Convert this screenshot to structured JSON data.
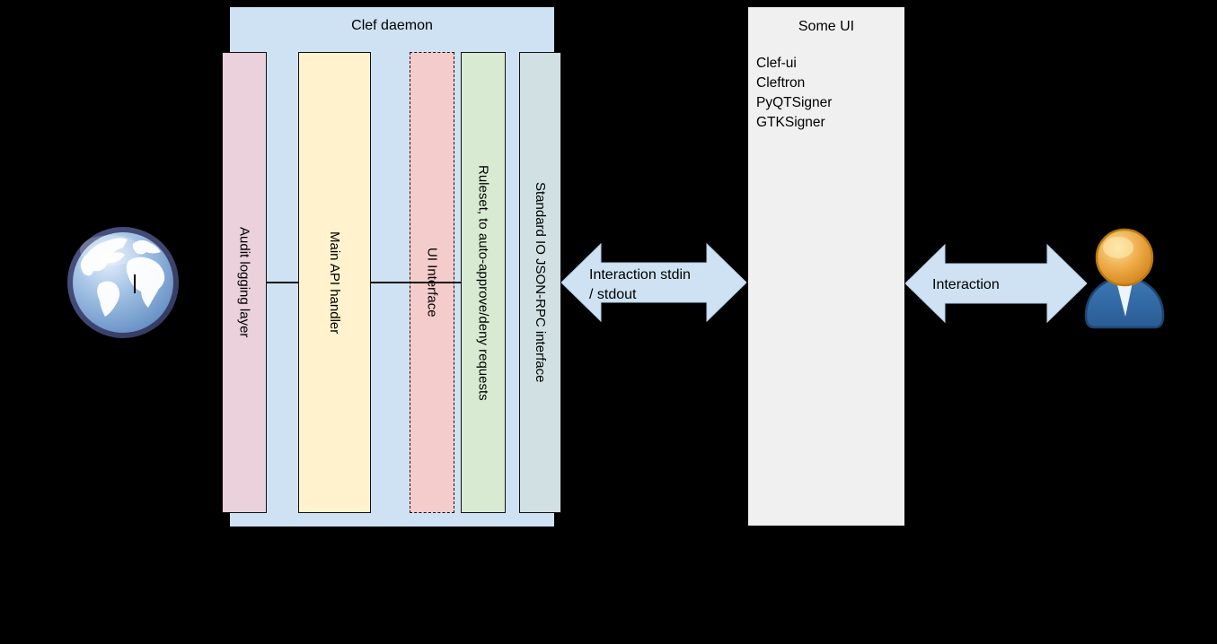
{
  "background": "#000000",
  "clef_daemon": {
    "title": "Clef daemon",
    "box_fill": "#cfe2f3",
    "layers": [
      {
        "label": "Audit logging layer",
        "fill": "#ead1dc",
        "border": "solid"
      },
      {
        "label": "Main API handler",
        "fill": "#fff2cc",
        "border": "solid"
      },
      {
        "label": "UI Interface",
        "fill": "#f4cccc",
        "border": "dashed"
      },
      {
        "label": "Ruleset, to auto-approve/deny requests",
        "fill": "#d9ead3",
        "border": "solid"
      },
      {
        "label": "Standard IO JSON-RPC interface",
        "fill": "#d0e0e3",
        "border": "solid"
      }
    ]
  },
  "arrows": {
    "stdio": {
      "line1": "Interaction stdin",
      "line2": "/ stdout",
      "fill": "#cfe2f3"
    },
    "user": {
      "label": "Interaction",
      "fill": "#cfe2f3"
    }
  },
  "some_ui": {
    "title": "Some UI",
    "box_fill": "#f0f0f0",
    "items": [
      "Clef-ui",
      "Cleftron",
      "PyQTSigner",
      "GTKSigner"
    ]
  },
  "icons": {
    "globe": "globe-icon",
    "user": "user-icon"
  }
}
